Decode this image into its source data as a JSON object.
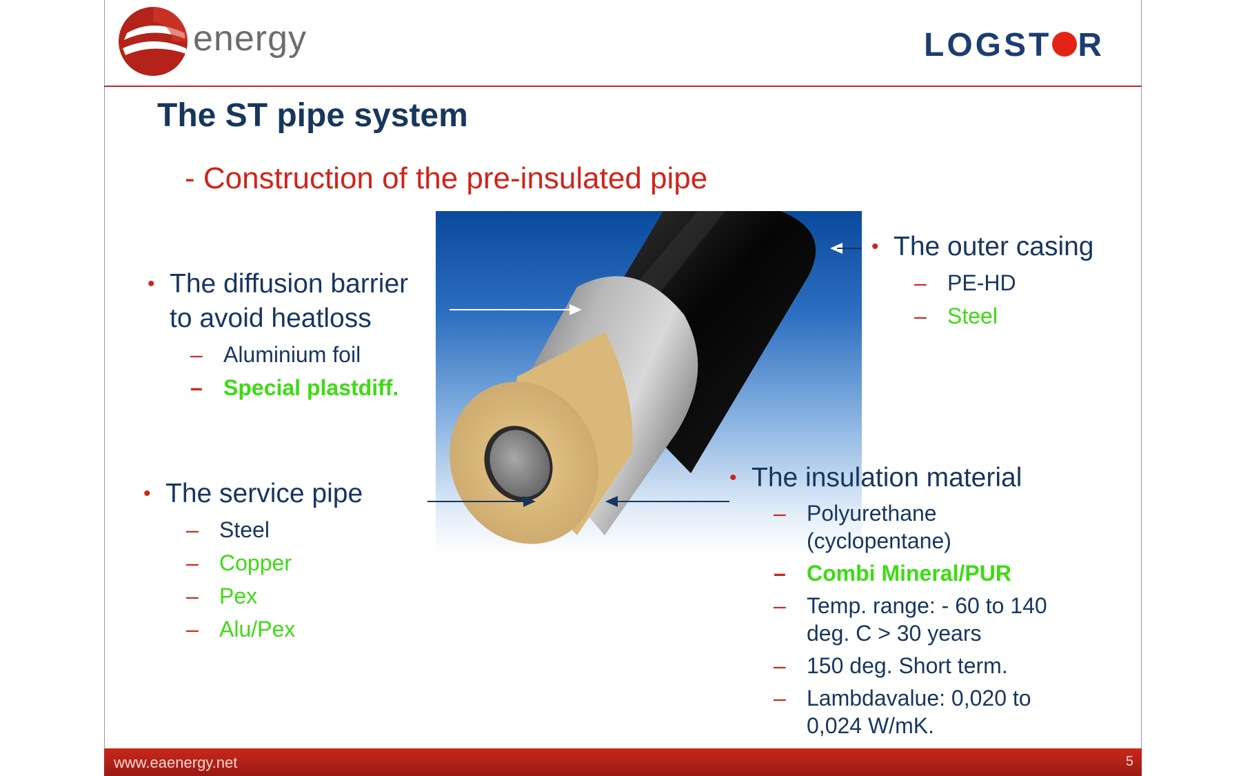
{
  "brand": {
    "logo_text": "energy",
    "partner_logo_left": "LOGST",
    "partner_logo_right": "R",
    "accent_red": "#d0241a",
    "navy": "#17365d",
    "green": "#3cdc12"
  },
  "slide": {
    "title": "The ST pipe system",
    "subtitle": "- Construction of the pre-insulated pipe"
  },
  "outer_casing": {
    "heading": "The outer casing",
    "items": [
      "PE-HD",
      "Steel"
    ]
  },
  "diffusion_barrier": {
    "heading_line1": "The diffusion barrier",
    "heading_line2": "to avoid heatloss",
    "items": [
      "Aluminium foil",
      "Special plastdiff."
    ]
  },
  "service_pipe": {
    "heading": "The service pipe",
    "items": [
      "Steel",
      "Copper",
      "Pex",
      "Alu/Pex"
    ]
  },
  "insulation": {
    "heading": "The insulation material",
    "items": [
      {
        "line1": "Polyurethane",
        "line2": "(cyclopentane)"
      },
      {
        "line1": "Combi Mineral/PUR"
      },
      {
        "line1": "Temp. range: - 60 to 140",
        "line2": "deg. C > 30 years"
      },
      {
        "line1": "150 deg. Short term."
      },
      {
        "line1": "Lambdavalue: 0,020 to",
        "line2": "0,024 W/mK."
      }
    ]
  },
  "footer": {
    "url": "www.eaenergy.net",
    "page": "5"
  },
  "icons": {
    "bullet": "bullet-dot",
    "dash": "en-dash"
  }
}
